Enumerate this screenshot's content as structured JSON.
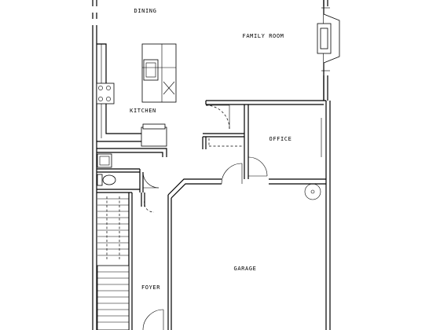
{
  "rooms": {
    "dining": "DINING",
    "family_room": "FAMILY ROOM",
    "kitchen": "KITCHEN",
    "office": "OFFICE",
    "garage": "GARAGE",
    "foyer": "FOYER"
  }
}
